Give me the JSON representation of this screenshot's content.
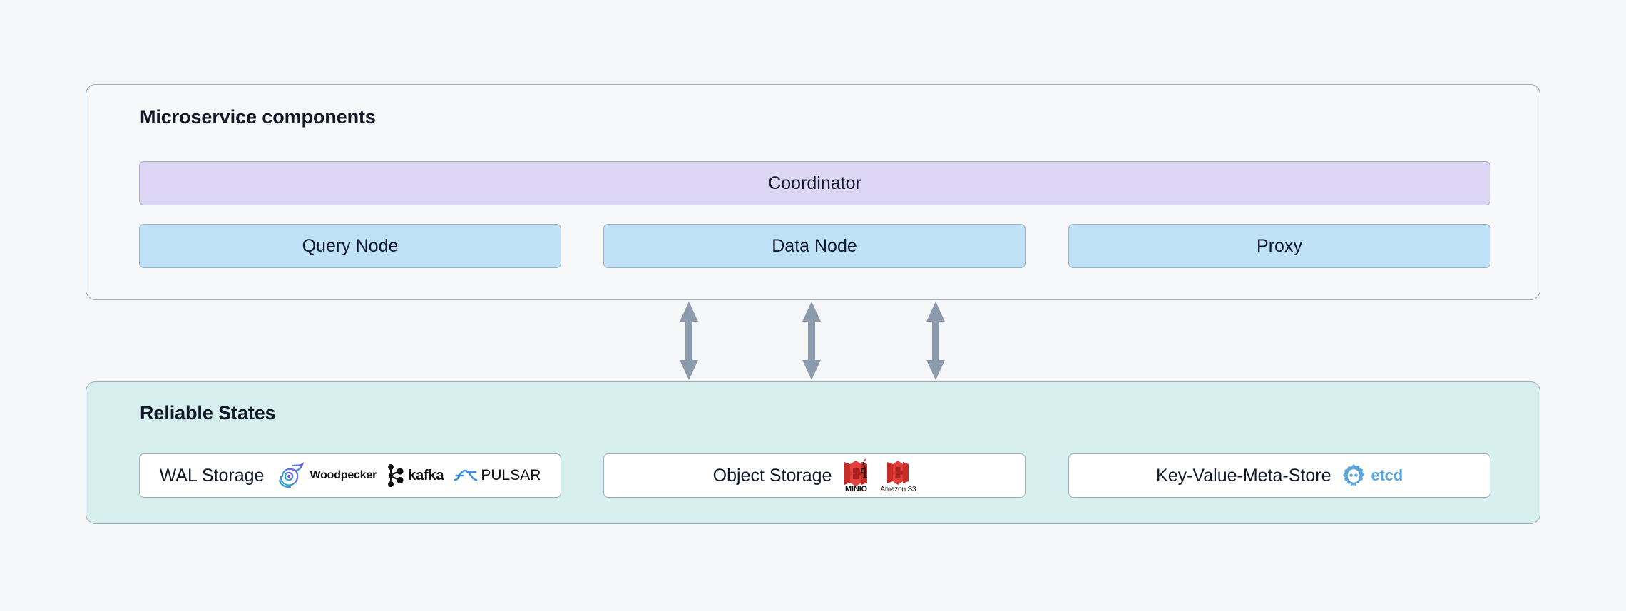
{
  "diagram": {
    "background_color": "#f5f6f8",
    "panels": [
      {
        "id": "microservice",
        "title": "Microservice components",
        "fill": "#f7f8fa",
        "border": "#9fadbf"
      },
      {
        "id": "reliable",
        "title": "Reliable States",
        "fill": "#d7f0ef",
        "border": "#9fadbf"
      }
    ]
  },
  "microservice": {
    "title": "Microservice components",
    "coordinator": {
      "label": "Coordinator",
      "color": "#ddd5f4"
    },
    "nodes": [
      {
        "label": "Query Node",
        "color": "#c0e2f9"
      },
      {
        "label": "Data Node",
        "color": "#c0e2f9"
      },
      {
        "label": "Proxy",
        "color": "#c0e2f9"
      }
    ]
  },
  "connectors": {
    "count": 3,
    "style": "double-headed-vertical-arrow",
    "color": "#8b9aad"
  },
  "reliable": {
    "title": "Reliable States",
    "stores": [
      {
        "label": "WAL Storage",
        "logos": [
          {
            "name": "woodpecker-logo",
            "text": "Woodpecker",
            "color": "#7c4dff"
          },
          {
            "name": "kafka-logo",
            "text": "kafka",
            "color": "#111111"
          },
          {
            "name": "pulsar-logo",
            "text": "PULSAR",
            "color": "#3b8fe8"
          }
        ]
      },
      {
        "label": "Object Storage",
        "logos": [
          {
            "name": "minio-logo",
            "text": "MINIO",
            "color": "#c72c28"
          },
          {
            "name": "amazon-s3-logo",
            "text": "Amazon S3",
            "color": "#c72c28"
          }
        ]
      },
      {
        "label": "Key-Value-Meta-Store",
        "logos": [
          {
            "name": "etcd-logo",
            "text": "etcd",
            "color": "#5aa7dd"
          }
        ]
      }
    ]
  }
}
